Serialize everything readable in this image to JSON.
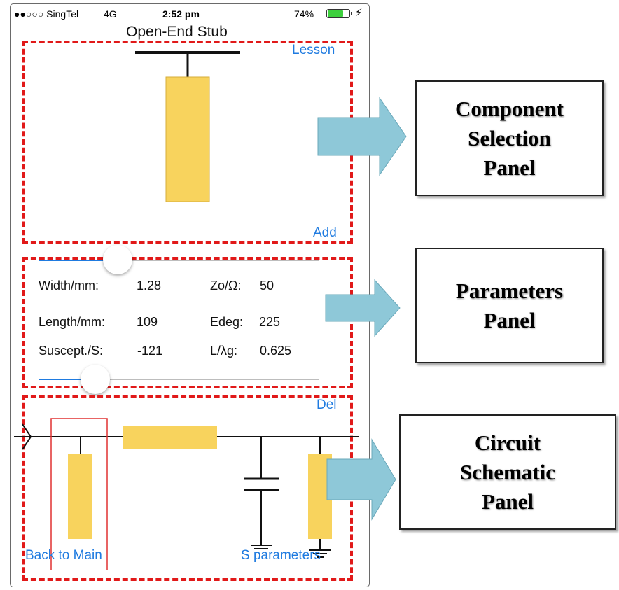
{
  "status_bar": {
    "signal": "●●○○○ SingTel",
    "network": "4G",
    "time": "2:52 pm",
    "battery": "74%"
  },
  "component_panel": {
    "title": "Open-End Stub",
    "lesson_label": "Lesson",
    "add_label": "Add"
  },
  "parameters_panel": {
    "width_label": "Width/mm:",
    "width_value": "1.28",
    "zo_label": "Zo/Ω:",
    "zo_value": "50",
    "length_label": "Length/mm:",
    "length_value": "109",
    "edeg_label": "Edeg:",
    "edeg_value": "225",
    "suscept_label": "Suscept./S:",
    "suscept_value": "-121",
    "lg_label": "L/λg:",
    "lg_value": "0.625",
    "top_slider_level": 0.28,
    "bottom_slider_level": 0.2
  },
  "schematic_panel": {
    "del_label": "Del",
    "back_label": "Back to Main",
    "sparams_label": "S parameters"
  },
  "callouts": {
    "component": "Component\nSelection\nPanel",
    "parameters": "Parameters\nPanel",
    "circuit": "Circuit\nSchematic\nPanel"
  },
  "colors": {
    "accent": "#1f7be0",
    "stub_fill": "#f8d35d",
    "dash_red": "#e11919",
    "arrow": "#8ec8d8"
  }
}
